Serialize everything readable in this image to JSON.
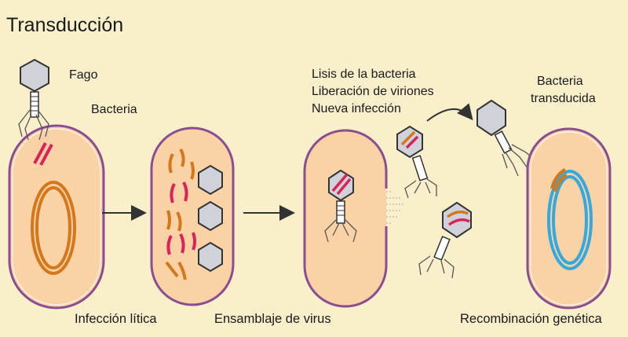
{
  "title": "Transducción",
  "labels": {
    "phage": "Fago",
    "bacterium": "Bacteria",
    "lysis_lines": [
      "Lisis de la bacteria",
      "Liberación de viriones",
      "Nueva infección"
    ],
    "transduced_lines": [
      "Bacteria",
      "transducida"
    ]
  },
  "captions": {
    "stage1": "Infección lítica",
    "stage2": "Ensamblaje de virus",
    "stage4": "Recombinación genética"
  },
  "colors": {
    "background": "#f9efcb",
    "cell_fill": "#fbd2a6",
    "cell_membrane": "#8a4d92",
    "bacterial_dna": "#d4781e",
    "phage_dna": "#d8245a",
    "recombined_dna": "#34a9de",
    "phage_head": "#cfd2d9"
  }
}
